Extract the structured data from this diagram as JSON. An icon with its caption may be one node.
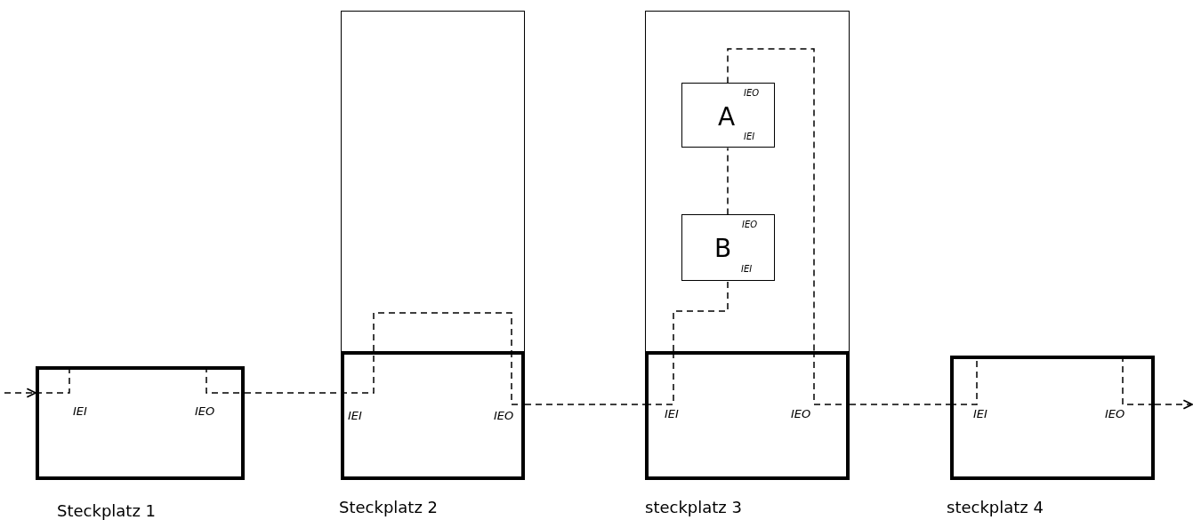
{
  "diagram": {
    "nodes": [
      {
        "text": [
          "IEI",
          "IEO"
        ],
        "beside": [
          "Steckplatz 1"
        ]
      },
      {
        "text": [],
        "shape": "box"
      },
      {
        "text": [
          "IEI",
          "IEO"
        ],
        "beside": [
          "Steckplatz 2"
        ]
      },
      {
        "text": [],
        "shape": "box"
      },
      {
        "text": [
          "A",
          "IEO",
          "IEI"
        ],
        "in": 3
      },
      {
        "text": [
          "B",
          "IEO",
          "IEI"
        ],
        "in": 3
      },
      {
        "text": [
          "IEI",
          "IEO"
        ],
        "beside": [
          "steckplatz 3"
        ]
      },
      {
        "text": [
          "IEI",
          "IEO"
        ],
        "beside": [
          "steckplatz 4"
        ]
      }
    ],
    "edges": [
      {
        "from": null,
        "to": 0,
        "arrow": "to",
        "style": "dashed"
      },
      {
        "from": 0,
        "to": 2,
        "arrow": "none",
        "style": "dashed"
      },
      {
        "from": 2,
        "to": 1,
        "arrow": "none",
        "style": "dashed"
      },
      {
        "from": 2,
        "to": 6,
        "arrow": "none",
        "style": "dashed"
      },
      {
        "from": 6,
        "to": 5,
        "arrow": "none",
        "style": "dashed"
      },
      {
        "from": 5,
        "to": 4,
        "arrow": "none",
        "style": "dashed"
      },
      {
        "from": 4,
        "to": 6,
        "arrow": "none",
        "style": "dashed"
      },
      {
        "from": 6,
        "to": 7,
        "arrow": "none",
        "style": "dashed"
      },
      {
        "from": 7,
        "to": null,
        "arrow": "to",
        "style": "dashed"
      }
    ]
  }
}
